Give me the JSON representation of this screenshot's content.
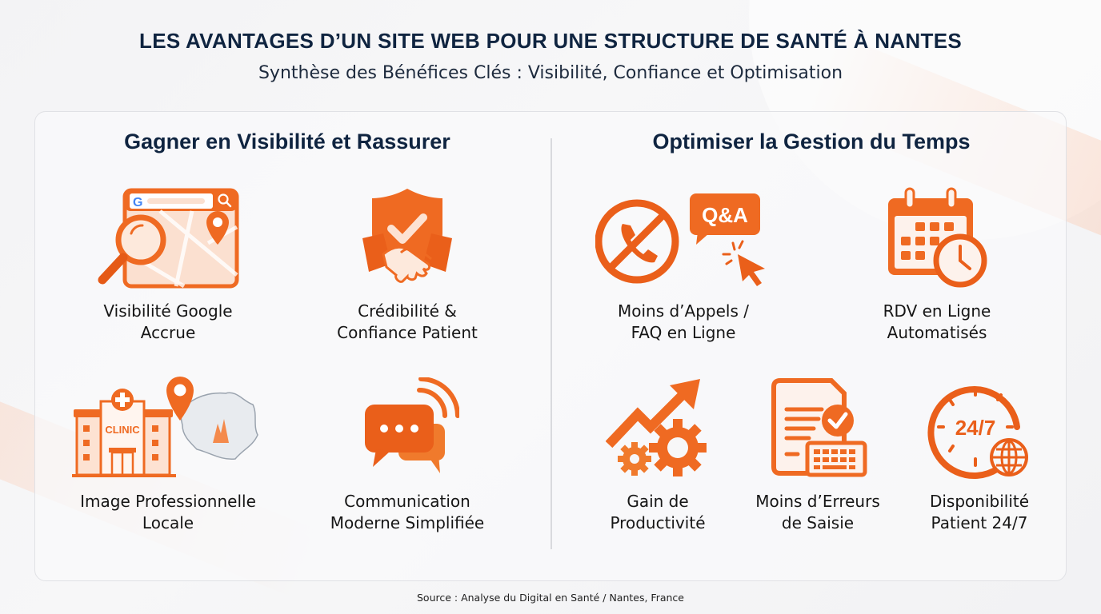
{
  "header": {
    "title": "LES AVANTAGES D’UN SITE WEB POUR UNE STRUCTURE DE SANTÉ À NANTES",
    "subtitle": "Synthèse des Bénéfices Clés : Visibilité, Confiance et Optimisation"
  },
  "colors": {
    "accent": "#F26A1B",
    "accent_dark": "#E0520F",
    "accent_light": "#FAD3BE",
    "title": "#0F2440",
    "border": "#E0E1E5"
  },
  "sections": [
    {
      "title": "Gagner en Visibilité et Rassurer",
      "items": [
        {
          "icon": "google-map-search-icon",
          "line1": "Visibilité Google",
          "line2": "Accrue"
        },
        {
          "icon": "shield-handshake-icon",
          "line1": "Crédibilité &",
          "line2": "Confiance Patient"
        },
        {
          "icon": "clinic-location-icon",
          "line1": "Image Professionnelle",
          "line2": "Locale",
          "badge": "CLINIC"
        },
        {
          "icon": "chat-bubbles-signal-icon",
          "line1": "Communication",
          "line2": "Moderne Simplifiée"
        }
      ]
    },
    {
      "title": "Optimiser la Gestion du Temps",
      "items": [
        {
          "icon": "no-phone-faq-icon",
          "line1": "Moins d’Appels /",
          "line2": "FAQ en Ligne",
          "badge": "Q&A"
        },
        {
          "icon": "calendar-clock-icon",
          "line1": "RDV en Ligne",
          "line2": "Automatisés"
        },
        {
          "icon": "growth-gears-icon",
          "line1": "Gain de",
          "line2": "Productivité"
        },
        {
          "icon": "document-keyboard-check-icon",
          "line1": "Moins d’Erreurs",
          "line2": "de Saisie"
        },
        {
          "icon": "clock-24-7-globe-icon",
          "line1": "Disponibilité",
          "line2": "Patient 24/7",
          "badge": "24/7"
        }
      ]
    }
  ],
  "footer": {
    "source": "Source : Analyse du Digital en Santé / Nantes, France"
  }
}
